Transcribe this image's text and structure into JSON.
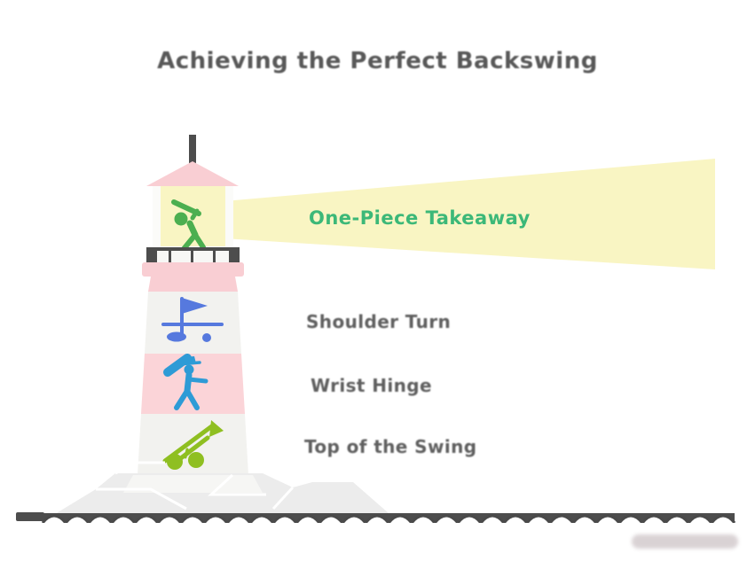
{
  "title": "Achieving the Perfect Backswing",
  "beam": {
    "label": "One-Piece Takeaway",
    "text_color": "#3cb878",
    "beam_color": "#f9f5c3"
  },
  "lamp": {
    "icon": "golfer-swing-icon",
    "icon_color": "#4caf50"
  },
  "steps": [
    {
      "label": "Shoulder Turn",
      "icon": "golf-flag-icon",
      "icon_color": "#5679de",
      "band_color": "#f2f2ef"
    },
    {
      "label": "Wrist Hinge",
      "icon": "golfer-with-bag-icon",
      "icon_color": "#2e9bd6",
      "band_color": "#fbd4d8"
    },
    {
      "label": "Top of the Swing",
      "icon": "golf-clubs-icon",
      "icon_color": "#8fbf21",
      "band_color": "#f2f2ef"
    }
  ],
  "colors": {
    "title_text": "#4a4a4a",
    "lighthouse_pink": "#f9ced3",
    "lighthouse_white": "#f2f2ef",
    "structure_dark": "#4d4d4d",
    "rock_gray": "#ececec",
    "wave_dark": "#4d4d4d",
    "background": "#ffffff"
  }
}
